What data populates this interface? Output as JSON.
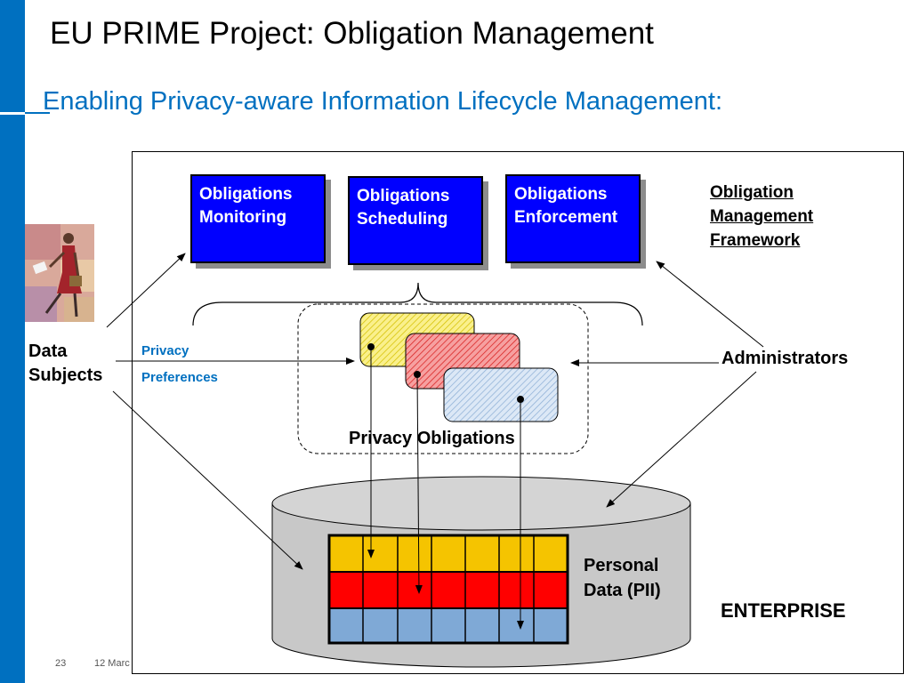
{
  "slide": {
    "title": "EU PRIME Project: Obligation Management",
    "subtitle": "Enabling Privacy-aware Information Lifecycle Management:",
    "page_number": "23",
    "date": "12 Marc"
  },
  "boxes": [
    {
      "label": "Obligations Monitoring"
    },
    {
      "label": "Obligations Scheduling"
    },
    {
      "label": "Obligations Enforcement"
    }
  ],
  "labels": {
    "framework_line1": "Obligation",
    "framework_line2": "Management",
    "framework_line3": "Framework",
    "data_subjects_line1": "Data",
    "data_subjects_line2": "Subjects",
    "privacy_pref_line1": "Privacy",
    "privacy_pref_line2": "Preferences",
    "administrators": "Administrators",
    "privacy_obligations": "Privacy Obligations",
    "personal_data_line1": "Personal",
    "personal_data_line2": "Data (PII)",
    "enterprise": "ENTERPRISE"
  },
  "colors": {
    "accent": "#0070C0",
    "box_blue": "#0000FF",
    "row_yellow": "#F5C400",
    "row_red": "#FF0000",
    "row_blue": "#7FA9D6",
    "cylinder": "#C8C8C8",
    "card_yellow": "#FAF08C",
    "card_red": "#F08080",
    "card_blue": "#C8DCF0"
  },
  "table": {
    "columns": 7,
    "rows": [
      "yellow",
      "red",
      "blue"
    ]
  },
  "icons": {
    "person": "walking-woman-clipart"
  }
}
